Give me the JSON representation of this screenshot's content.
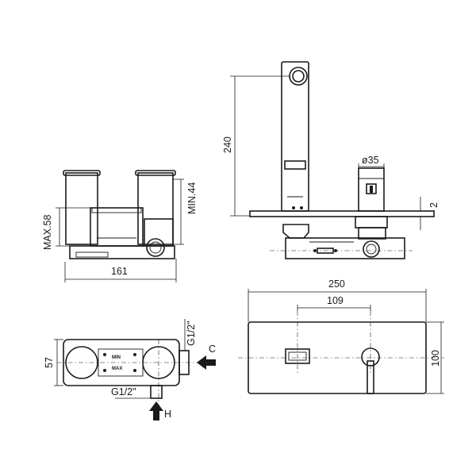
{
  "front_view": {
    "dim_height_max": "MAX.58",
    "dim_height_min": "MIN.44",
    "dim_width": "161"
  },
  "side_view": {
    "dim_height": "240",
    "dim_diameter": "ø35",
    "dim_plate": "2"
  },
  "top_view": {
    "dim_depth": "57",
    "label_inlet_cold": "G1/2\"",
    "label_inlet_hot": "G1/2\"",
    "arrow_cold": "C",
    "arrow_hot": "H",
    "marking_min": "MIN",
    "marking_max": "MAX"
  },
  "plate_view": {
    "dim_width": "250",
    "dim_spacing": "109",
    "dim_height": "100"
  }
}
